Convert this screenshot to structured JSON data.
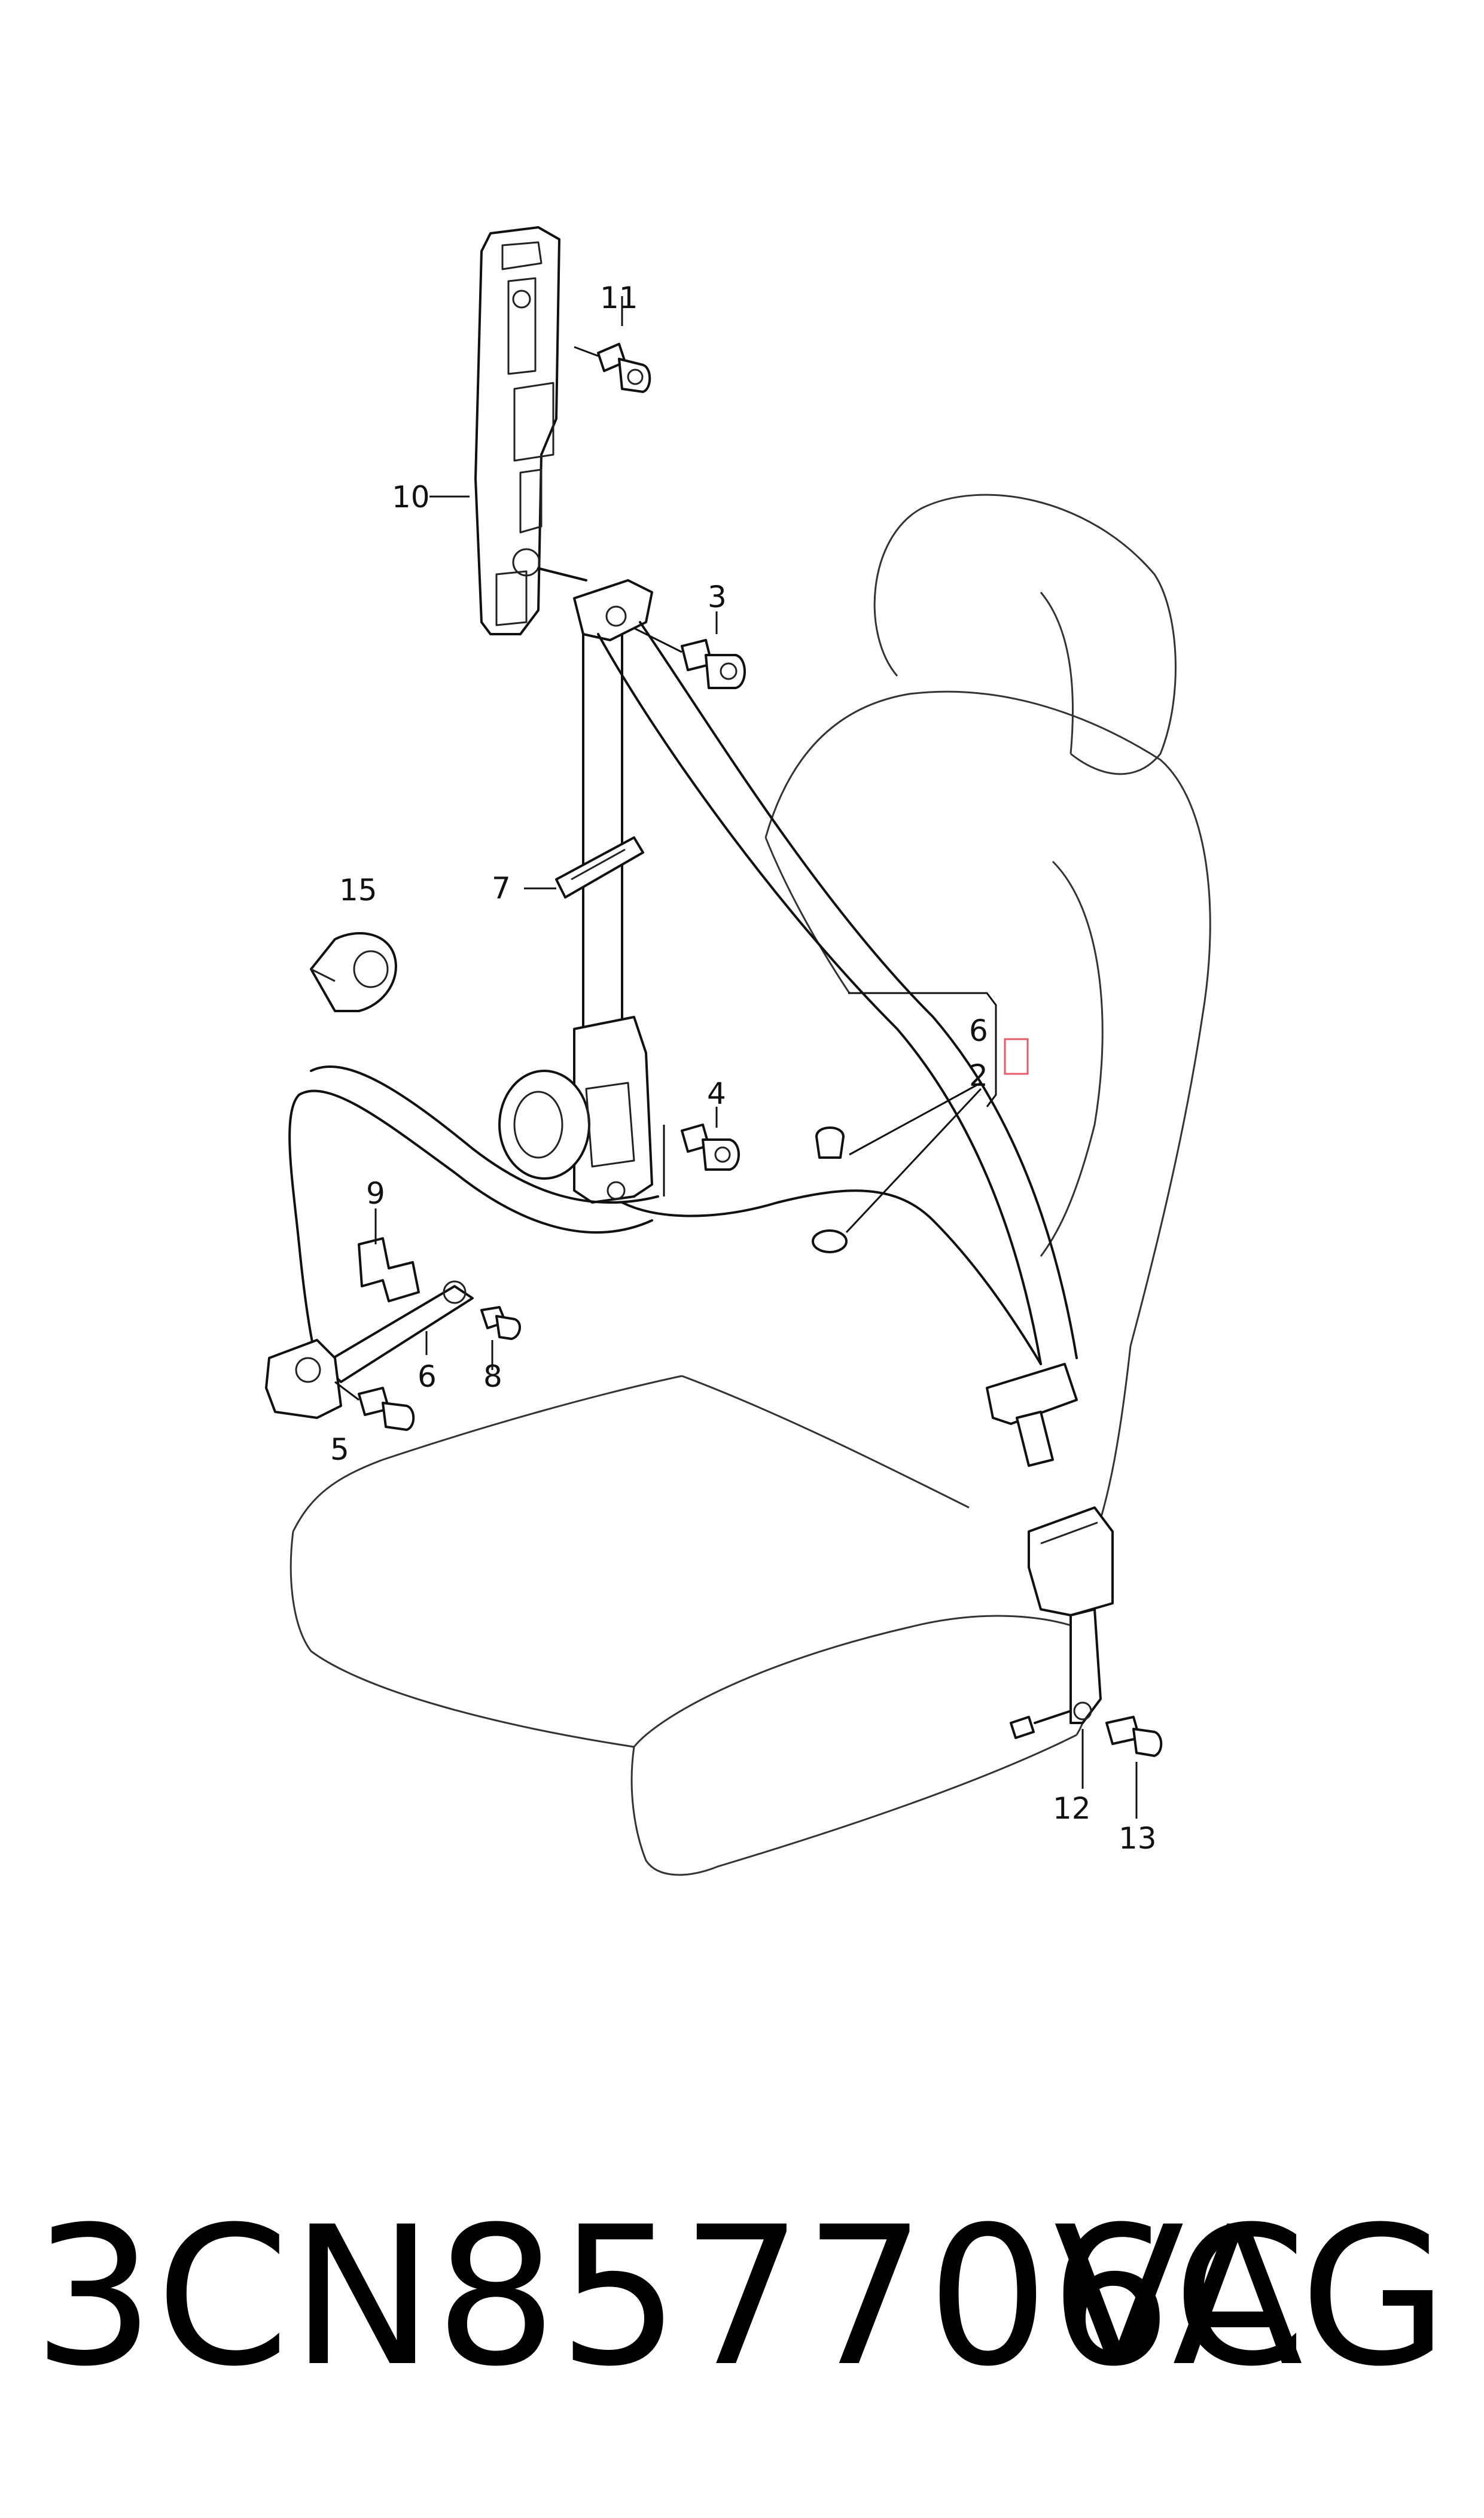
{
  "callouts": {
    "c2": "2",
    "c3": "3",
    "c4": "4",
    "c5": "5",
    "c6a": "6",
    "c6b": "6",
    "c7": "7",
    "c8": "8",
    "c9": "9",
    "c10": "10",
    "c11": "11",
    "c12": "12",
    "c13": "13",
    "c15": "15"
  },
  "footer": {
    "part_number": "3CN857706C",
    "brand": "VAG"
  },
  "colors": {
    "line": "#111111",
    "highlight": "#e85a6a"
  }
}
